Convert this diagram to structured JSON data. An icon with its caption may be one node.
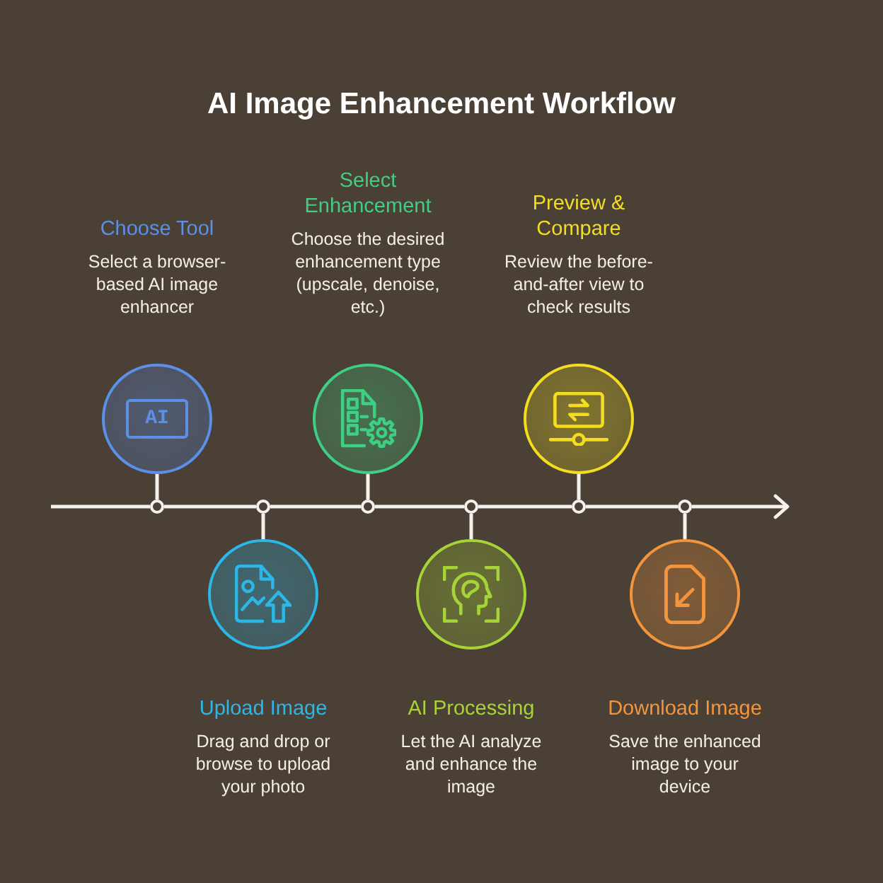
{
  "diagram": {
    "title": "AI Image Enhancement Workflow",
    "nodes": [
      {
        "text": [
          "Choose Tool",
          "Select a browser-based AI image enhancer",
          "AI"
        ]
      },
      {
        "text": [
          "Upload Image",
          "Drag and drop or browse to upload your photo"
        ]
      },
      {
        "text": [
          "Select Enhancement",
          "Choose the desired enhancement type (upscale, denoise, etc.)"
        ]
      },
      {
        "text": [
          "AI Processing",
          "Let the AI analyze and enhance the image"
        ]
      },
      {
        "text": [
          "Preview & Compare",
          "Review the before-and-after view to check results"
        ]
      },
      {
        "text": [
          "Download Image",
          "Save the enhanced image to your device"
        ]
      },
      {
        "text": [],
        "shape": "circle"
      },
      {
        "text": [],
        "shape": "circle"
      },
      {
        "text": [],
        "shape": "circle"
      },
      {
        "text": [],
        "shape": "circle"
      },
      {
        "text": [],
        "shape": "circle"
      },
      {
        "text": [],
        "shape": "circle"
      }
    ],
    "edges": [
      {
        "from": null,
        "to": 6,
        "arrow": "none"
      },
      {
        "from": 6,
        "to": 7,
        "arrow": "none"
      },
      {
        "from": 7,
        "to": 8,
        "arrow": "none"
      },
      {
        "from": 8,
        "to": 9,
        "arrow": "none"
      },
      {
        "from": 9,
        "to": 10,
        "arrow": "none"
      },
      {
        "from": 10,
        "to": 11,
        "arrow": "none"
      },
      {
        "from": 11,
        "to": null,
        "arrow": "to"
      },
      {
        "from": 0,
        "to": 6,
        "arrow": "none"
      },
      {
        "from": 1,
        "to": 7,
        "arrow": "none"
      },
      {
        "from": 2,
        "to": 8,
        "arrow": "none"
      },
      {
        "from": 3,
        "to": 9,
        "arrow": "none"
      },
      {
        "from": 4,
        "to": 10,
        "arrow": "none"
      },
      {
        "from": 5,
        "to": 11,
        "arrow": "none"
      }
    ]
  }
}
